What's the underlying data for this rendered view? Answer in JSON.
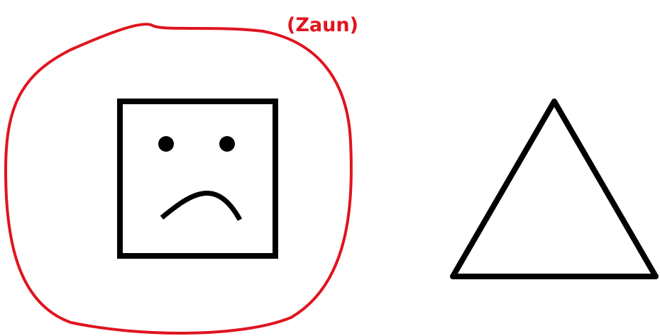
{
  "fence": {
    "label": "(Zaun)",
    "color": "#e0141e"
  },
  "shapes": {
    "stroke_color": "#000000",
    "square": {
      "kind": "square",
      "expression": "sad-face"
    },
    "triangle": {
      "kind": "triangle"
    }
  }
}
